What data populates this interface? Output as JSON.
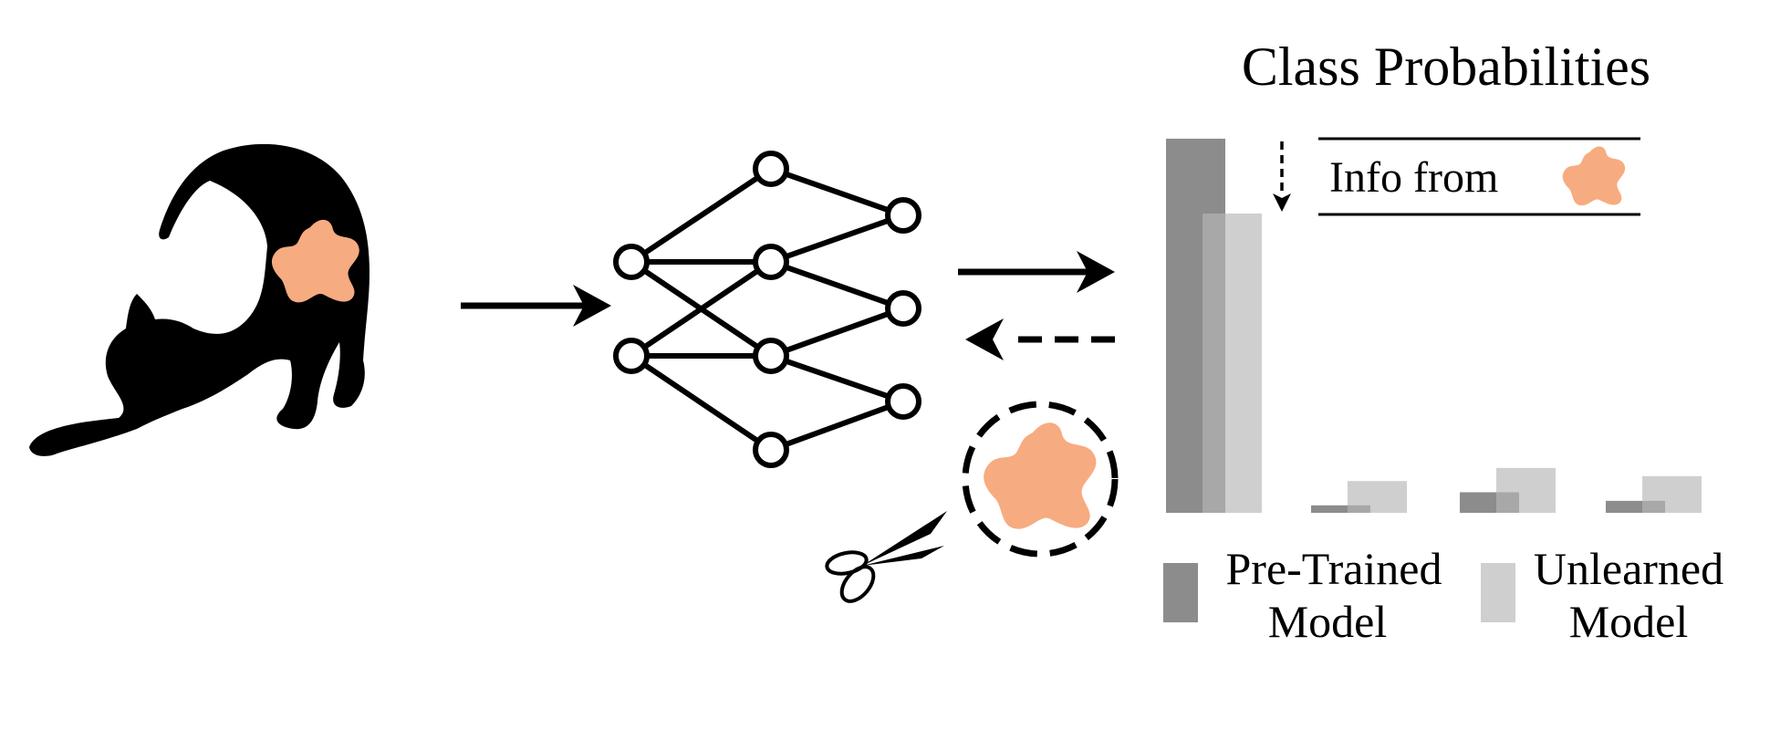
{
  "title": "Class Probabilities",
  "annotation": {
    "text": "Info from",
    "icon": "splat-icon"
  },
  "legend": {
    "pretrained": {
      "line1": "Pre-Trained",
      "line2": "Model"
    },
    "unlearned": {
      "line1": "Unlearned",
      "line2": "Model"
    }
  },
  "colors": {
    "pretrained": "#8c8c8c",
    "overlap": "#a8a8a8",
    "unlearned": "#cfcfcf",
    "splat": "#f7ab80",
    "ink": "#000000"
  },
  "chart_data": {
    "type": "bar",
    "title": "Class Probabilities",
    "categories": [
      "",
      "",
      "",
      ""
    ],
    "ylim": [
      0,
      1
    ],
    "series": [
      {
        "name": "Pre-Trained Model",
        "values": [
          1.0,
          0.02,
          0.055,
          0.032
        ]
      },
      {
        "name": "Unlearned Model",
        "values": [
          0.8,
          0.085,
          0.12,
          0.098
        ]
      }
    ]
  }
}
